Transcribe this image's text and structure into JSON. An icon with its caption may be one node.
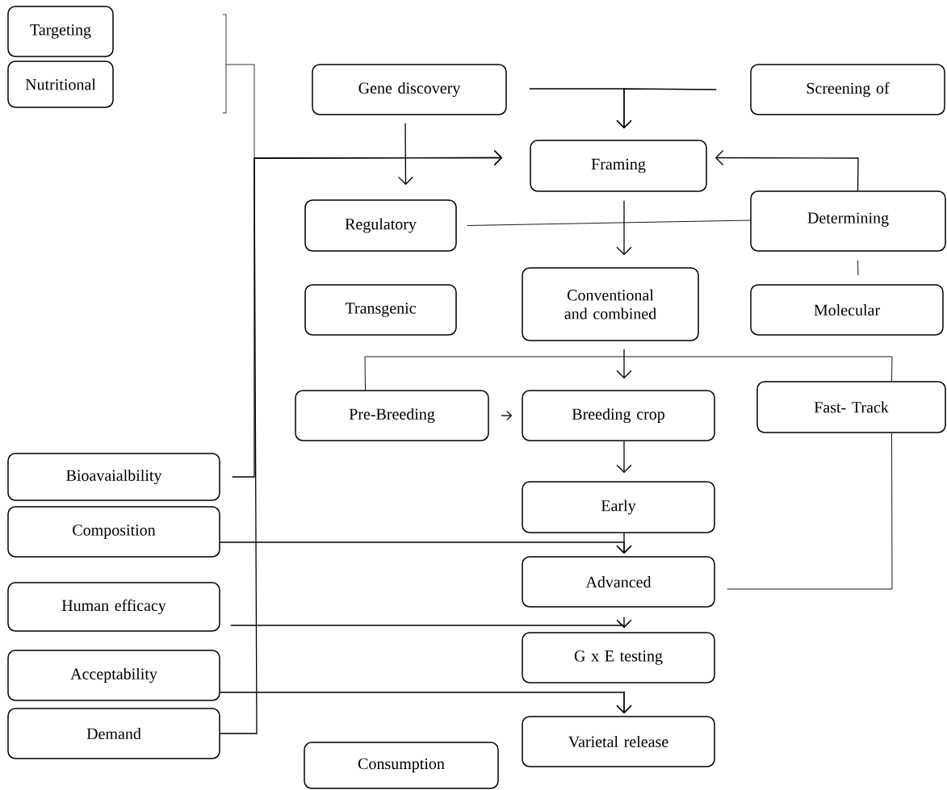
{
  "diagram": {
    "nodes": [
      {
        "text": [
          "Targeting"
        ]
      },
      {
        "text": [
          "Nutritional"
        ]
      },
      {
        "text": [
          "Gene discovery"
        ]
      },
      {
        "text": [
          "Screening of"
        ]
      },
      {
        "text": [
          "Framing"
        ]
      },
      {
        "text": [
          "Regulatory"
        ]
      },
      {
        "text": [
          "Determining"
        ]
      },
      {
        "text": [
          "Transgenic"
        ]
      },
      {
        "text": [
          "Conventional and combined"
        ]
      },
      {
        "text": [
          "Molecular"
        ]
      },
      {
        "text": [
          "Pre-Breeding"
        ]
      },
      {
        "text": [
          "Breeding crop"
        ]
      },
      {
        "text": [
          "Fast- Track"
        ]
      },
      {
        "text": [
          "Bioavaialbility"
        ]
      },
      {
        "text": [
          "Early"
        ]
      },
      {
        "text": [
          "Composition"
        ]
      },
      {
        "text": [
          "Advanced"
        ]
      },
      {
        "text": [
          "Human efficacy"
        ]
      },
      {
        "text": [
          "G x E testing"
        ]
      },
      {
        "text": [
          "Acceptability"
        ]
      },
      {
        "text": [
          "Demand"
        ]
      },
      {
        "text": [
          "Consumption"
        ]
      },
      {
        "text": [
          "Varietal release"
        ]
      }
    ],
    "edges": [
      {
        "from": 20,
        "to": 4,
        "arrow": "to"
      },
      {
        "from": 13,
        "to": 4,
        "arrow": "to"
      },
      {
        "from": 2,
        "to": 5,
        "arrow": "to"
      },
      {
        "from": 2,
        "to": 4,
        "arrow": "to"
      },
      {
        "from": 3,
        "to": 4,
        "arrow": "to"
      },
      {
        "from": 6,
        "to": 4,
        "arrow": "to"
      },
      {
        "from": 4,
        "to": 8,
        "arrow": "to"
      },
      {
        "from": 5,
        "to": 6,
        "arrow": "none"
      },
      {
        "from": 6,
        "to": 9,
        "arrow": "none"
      },
      {
        "from": 8,
        "to": 11,
        "arrow": "to"
      },
      {
        "from": 10,
        "to": 12,
        "arrow": "none"
      },
      {
        "from": 10,
        "to": 11,
        "arrow": "to"
      },
      {
        "from": 11,
        "to": 14,
        "arrow": "to"
      },
      {
        "from": 14,
        "to": 16,
        "arrow": "to"
      },
      {
        "from": 15,
        "to": 16,
        "arrow": "to"
      },
      {
        "from": 12,
        "to": 16,
        "arrow": "none"
      },
      {
        "from": 16,
        "to": 18,
        "arrow": "to"
      },
      {
        "from": 17,
        "to": 18,
        "arrow": "to"
      },
      {
        "from": 18,
        "to": 22,
        "arrow": "to"
      },
      {
        "from": 19,
        "to": 22,
        "arrow": "to"
      }
    ]
  }
}
